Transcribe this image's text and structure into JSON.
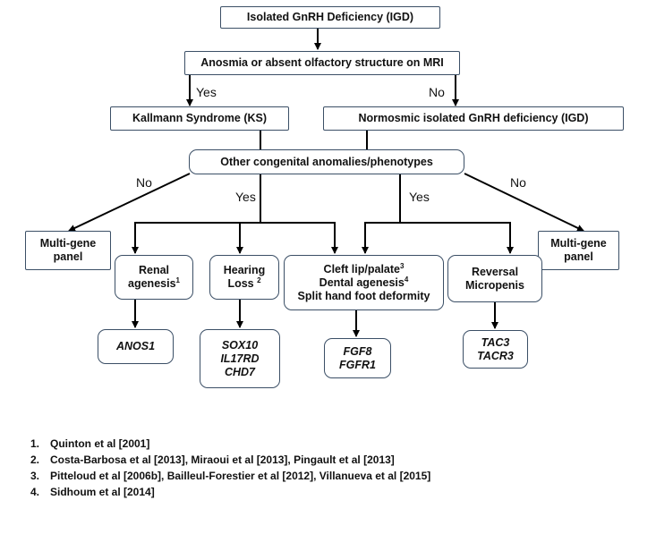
{
  "nodes": {
    "igd": "Isolated GnRH Deficiency (IGD)",
    "anosmia": "Anosmia or absent olfactory structure on MRI",
    "ks": "Kallmann Syndrome (KS)",
    "nigd": "Normosmic isolated GnRH deficiency (IGD)",
    "other": "Other congenital anomalies/phenotypes",
    "panel_left": [
      "Multi-gene",
      "panel"
    ],
    "panel_right": [
      "Multi-gene",
      "panel"
    ],
    "renal": [
      "Renal",
      "agenesis"
    ],
    "renal_sup": "1",
    "hearing": [
      "Hearing",
      "Loss"
    ],
    "hearing_sup": "2",
    "cleft_line1": "Cleft lip/palate",
    "cleft_sup": "3",
    "cleft_line2": "Dental agenesis",
    "dental_sup": "4",
    "cleft_line3": "Split hand foot deformity",
    "reversal": [
      "Reversal",
      "Micropenis"
    ],
    "gene_anos1": "ANOS1",
    "genes_hearing": [
      "SOX10",
      "IL17RD",
      "CHD7"
    ],
    "genes_cleft": [
      "FGF8",
      "FGFR1"
    ],
    "genes_reversal": [
      "TAC3",
      "TACR3"
    ]
  },
  "edge_labels": {
    "yes_ks": "Yes",
    "no_nigd": "No",
    "no_left": "No",
    "yes_left": "Yes",
    "yes_right": "Yes",
    "no_right": "No"
  },
  "references": [
    {
      "num": "1.",
      "text": "Quinton et al [2001]"
    },
    {
      "num": "2.",
      "text": "Costa-Barbosa et al [2013], Miraoui et al [2013], Pingault et al [2013]"
    },
    {
      "num": "3.",
      "text": "Pitteloud et al [2006b], Bailleul-Forestier et al [2012], Villanueva et al [2015]"
    },
    {
      "num": "4.",
      "text": "Sidhoum et al [2014]"
    }
  ]
}
